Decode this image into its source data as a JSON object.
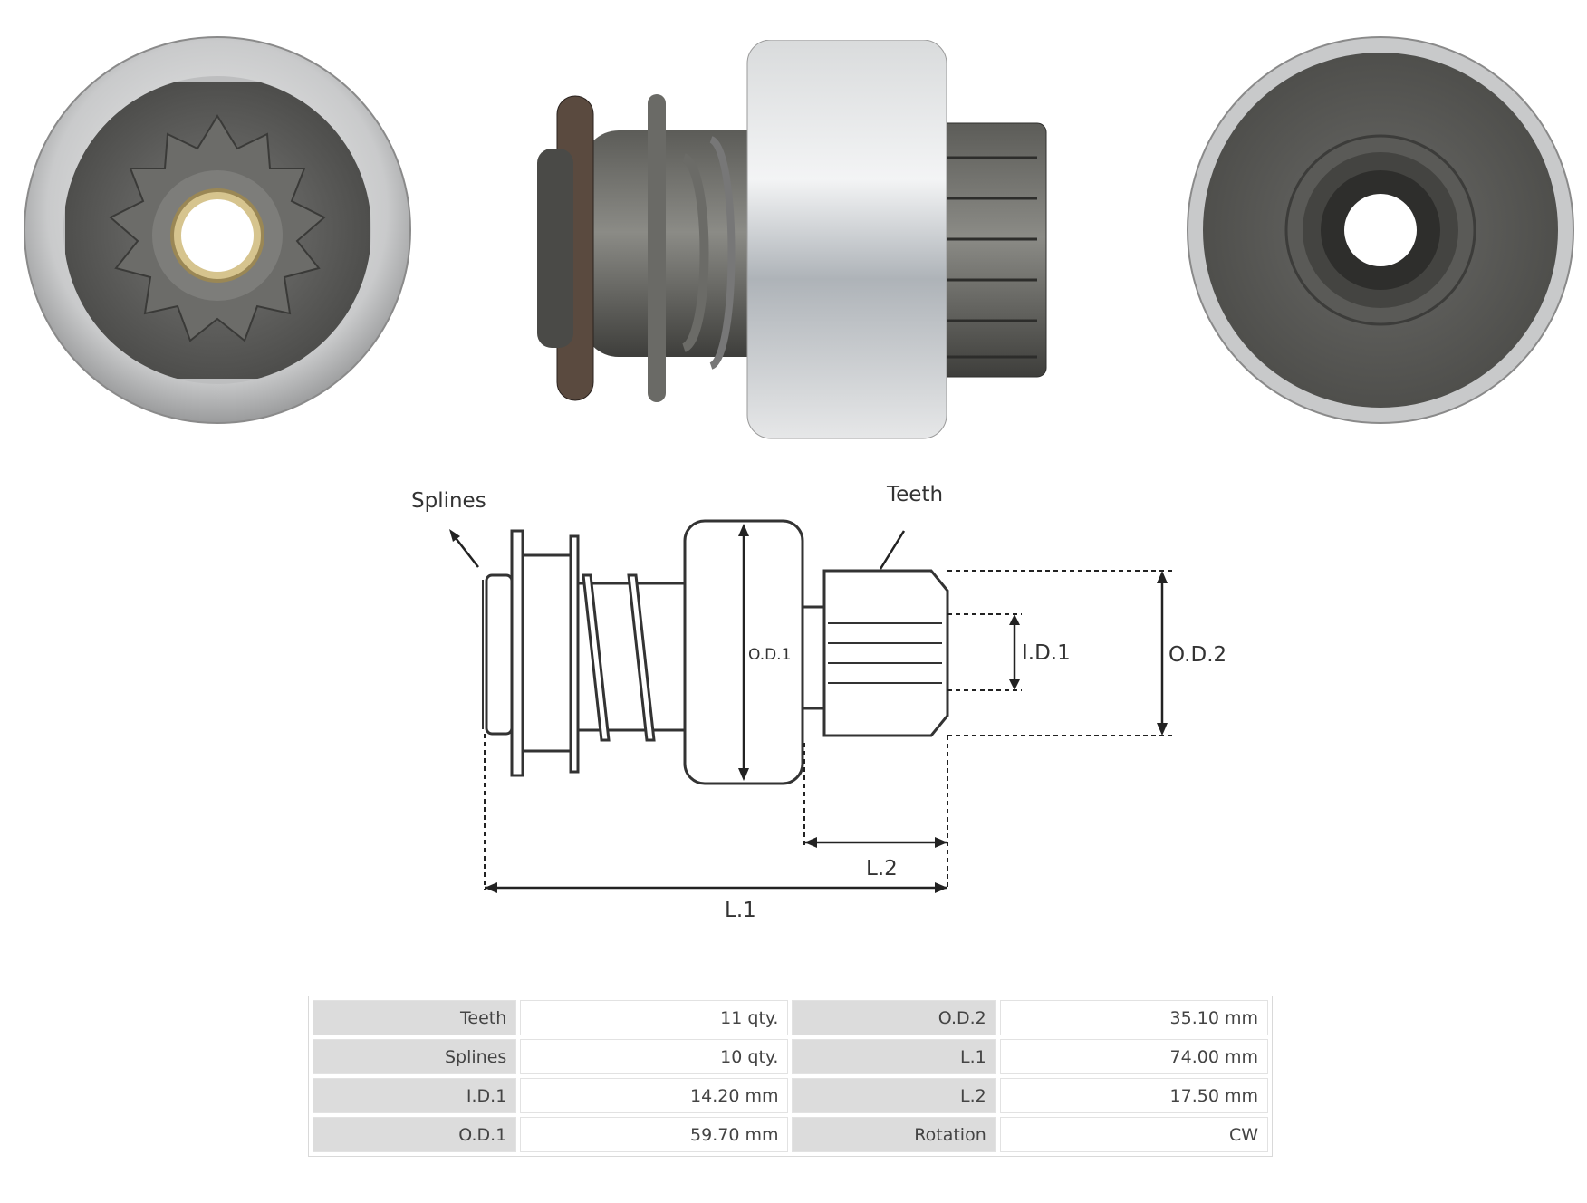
{
  "diagram": {
    "splines_label": "Splines",
    "teeth_label": "Teeth",
    "od1_label": "O.D.1",
    "id1_label": "I.D.1",
    "od2_label": "O.D.2",
    "l2_label": "L.2",
    "l1_label": "L.1"
  },
  "specs": [
    [
      {
        "k": "Teeth",
        "v": "11 qty."
      },
      {
        "k": "O.D.2",
        "v": "35.10 mm"
      }
    ],
    [
      {
        "k": "Splines",
        "v": "10 qty."
      },
      {
        "k": "L.1",
        "v": "74.00 mm"
      }
    ],
    [
      {
        "k": "I.D.1",
        "v": "14.20 mm"
      },
      {
        "k": "L.2",
        "v": "17.50 mm"
      }
    ],
    [
      {
        "k": "O.D.1",
        "v": "59.70 mm"
      },
      {
        "k": "Rotation",
        "v": "CW"
      }
    ]
  ]
}
